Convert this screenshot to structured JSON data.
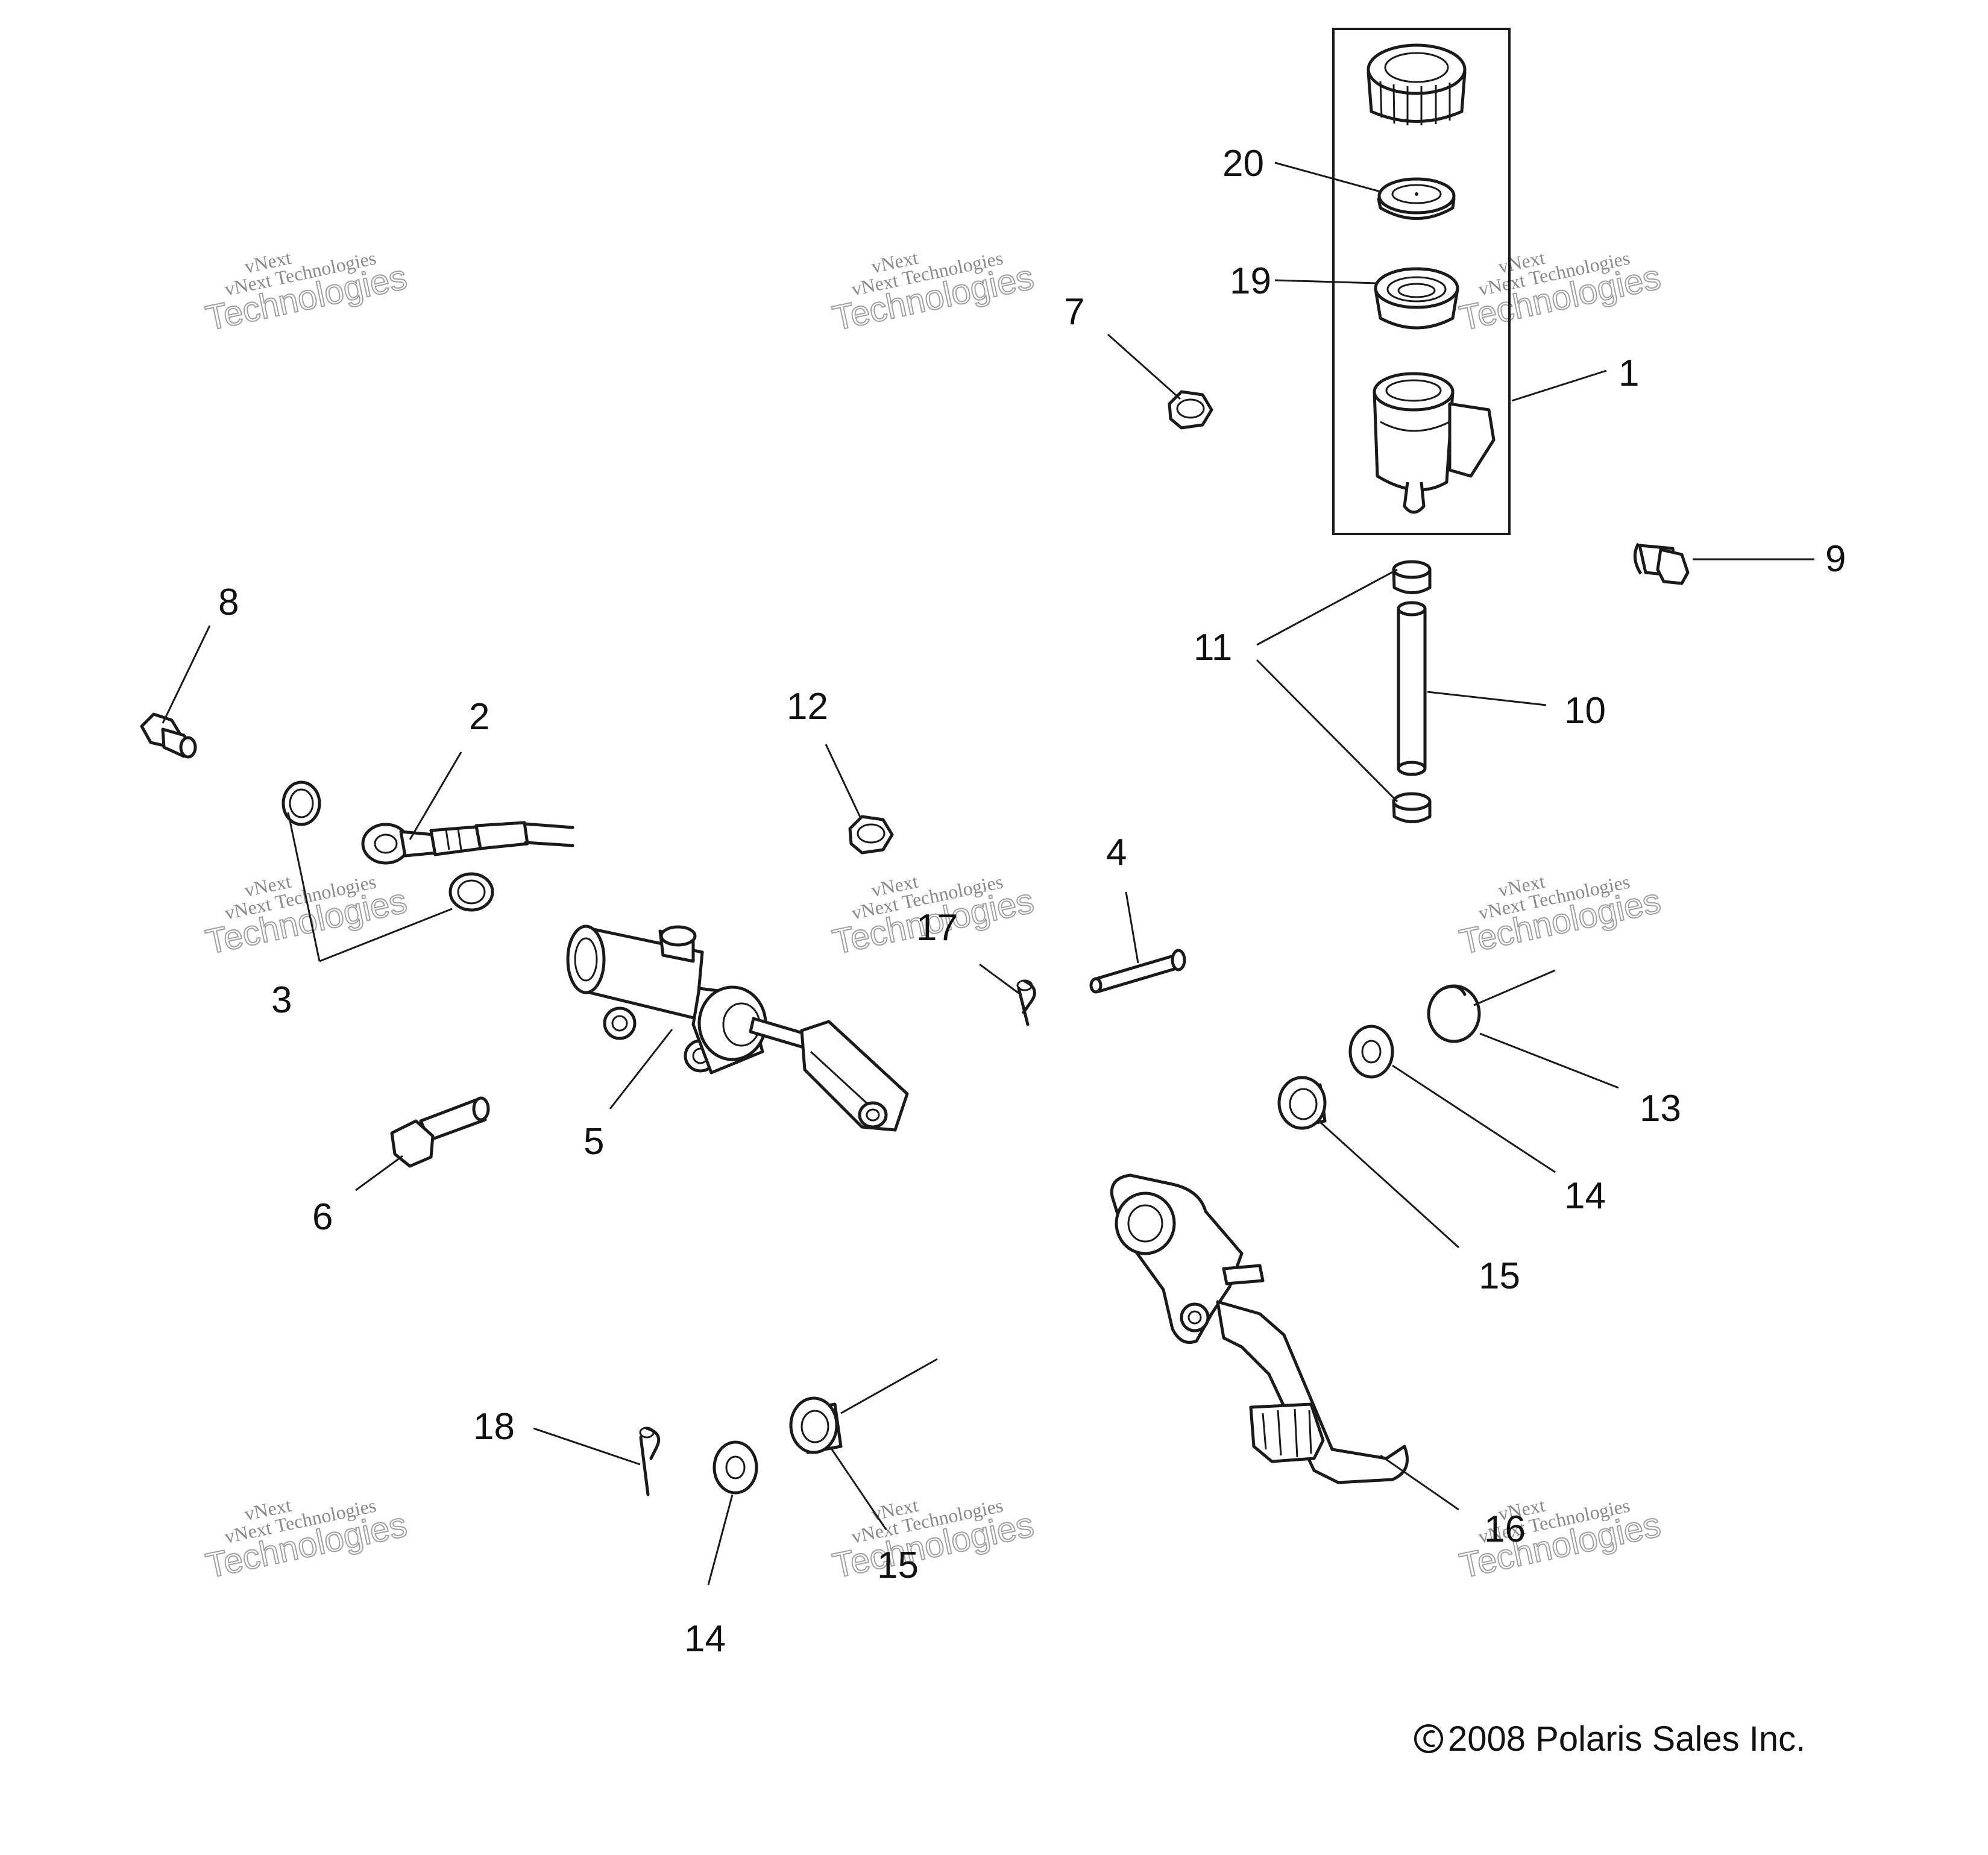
{
  "diagram": {
    "callouts": {
      "c1": "1",
      "c2": "2",
      "c3": "3",
      "c4": "4",
      "c5": "5",
      "c6": "6",
      "c7": "7",
      "c8": "8",
      "c9": "9",
      "c10": "10",
      "c11": "11",
      "c12": "12",
      "c13": "13",
      "c14a": "14",
      "c14b": "14",
      "c15a": "15",
      "c15b": "15",
      "c16": "16",
      "c17": "17",
      "c18": "18",
      "c19": "19",
      "c20": "20"
    },
    "watermark": {
      "line1": "vNext",
      "line2": "vNext Technologies",
      "line3": "Technologies"
    },
    "copyright": "2008 Polaris Sales Inc."
  }
}
